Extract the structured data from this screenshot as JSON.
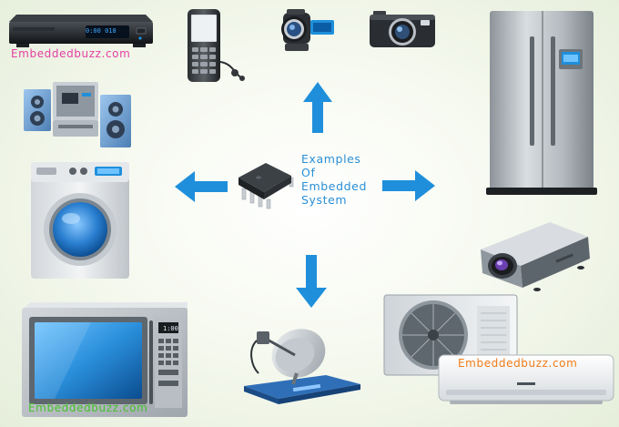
{
  "center": {
    "lines": [
      "Examples",
      "Of",
      "Embedded",
      "System"
    ]
  },
  "watermarks": {
    "top_left": "Embeddedbuzz.com",
    "bottom_left": "Embeddedbuzz.com",
    "bottom_right": "Embeddedbuzz.com"
  },
  "dvd_display": "0:00  018",
  "microwave_display": "1:00",
  "colors": {
    "arrow": "#1f8fdb",
    "center_text": "#2a8fd6",
    "watermark_pink": "#e43fa1",
    "watermark_green": "#45c02a",
    "watermark_orange": "#f07b18"
  },
  "icons": [
    "dvd-player-icon",
    "mobile-phone-icon",
    "camcorder-icon",
    "digital-camera-icon",
    "refrigerator-icon",
    "speaker-system-icon",
    "washing-machine-icon",
    "microchip-icon",
    "projector-icon",
    "microwave-oven-icon",
    "satellite-dish-icon",
    "air-conditioner-icon"
  ]
}
